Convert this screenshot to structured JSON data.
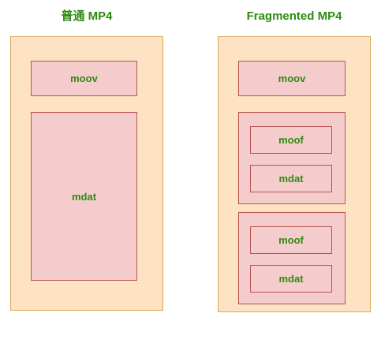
{
  "colors": {
    "label_green": "#2e8b10",
    "container_fill": "#fde2c4",
    "container_border": "#d8a850",
    "box_fill": "#f5cccc",
    "box_border": "#b85450"
  },
  "left": {
    "title": "普通 MP4",
    "moov_label": "moov",
    "mdat_label": "mdat"
  },
  "right": {
    "title": "Fragmented MP4",
    "moov_label": "moov",
    "fragments": [
      {
        "moof_label": "moof",
        "mdat_label": "mdat"
      },
      {
        "moof_label": "moof",
        "mdat_label": "mdat"
      }
    ]
  }
}
